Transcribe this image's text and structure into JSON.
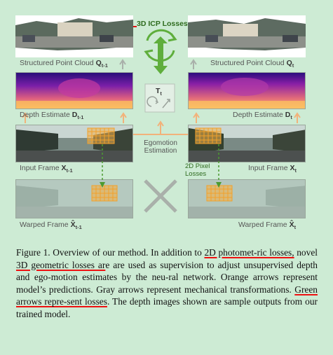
{
  "figure": {
    "top_left_label": "Structured Point Cloud",
    "top_left_var": "Q",
    "top_left_sub": "t-1",
    "top_right_label": "Structured Point Cloud",
    "top_right_var": "Q",
    "top_right_sub": "t",
    "depth_left_label": "Depth Estimate",
    "depth_left_var": "D",
    "depth_left_sub": "t-1",
    "depth_right_label": "Depth Estimate",
    "depth_right_var": "D",
    "depth_right_sub": "t",
    "input_left_label": "Input Frame",
    "input_left_var": "X",
    "input_left_sub": "t-1",
    "input_right_label": "Input Frame",
    "input_right_var": "X",
    "input_right_sub": "t",
    "warped_left_label": "Warped Frame",
    "warped_left_var": "X̂",
    "warped_left_sub": "t-1",
    "warped_right_label": "Warped Frame",
    "warped_right_var": "X̂",
    "warped_right_sub": "t",
    "icp_losses": "3D ICP Losses",
    "transform_var": "T",
    "transform_sub": "t",
    "egomotion_line1": "Egomotion",
    "egomotion_line2": "Estimation",
    "pixel_losses_line1": "2D Pixel",
    "pixel_losses_line2": "Losses"
  },
  "caption": {
    "p1": "Figure 1. Overview of our method.  In addition to ",
    "u1": "2D photomet-ric losses,",
    "p2": " novel ",
    "u2": "3D geometric losses ar",
    "p3": "e are used as supervision to adjust unsupervised depth and ego-motion estimates by the neu-ral network. Orange arrows represent model’s predictions. Gray arrows represent mechanical transformations. ",
    "u3": "Green arrows repre-sent losses",
    "p4": ". The depth images shown are sample outputs from our trained model."
  },
  "colors": {
    "background": "#cdebd4",
    "loss_green": "#5fae3c",
    "prediction_orange": "#f2b27a",
    "transform_gray": "#a9b0aa",
    "underline_red": "#e11111"
  }
}
